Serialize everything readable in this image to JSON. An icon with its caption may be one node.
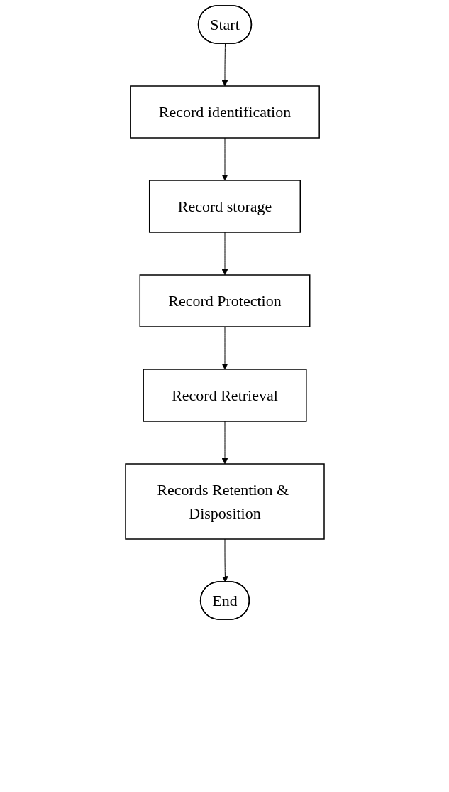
{
  "diagram": {
    "nodes": [
      {
        "text": [
          "Start"
        ]
      },
      {
        "text": [
          "Record identification"
        ]
      },
      {
        "text": [
          "Record storage"
        ]
      },
      {
        "text": [
          "Record Protection"
        ]
      },
      {
        "text": [
          "Record Retrieval"
        ]
      },
      {
        "text": [
          "Records Retention & Disposition"
        ]
      },
      {
        "text": [
          "End"
        ]
      }
    ],
    "edges": [
      {
        "from": 0,
        "to": 1,
        "arrow": "to"
      },
      {
        "from": 1,
        "to": 2,
        "arrow": "to"
      },
      {
        "from": 2,
        "to": 3,
        "arrow": "to"
      },
      {
        "from": 3,
        "to": 4,
        "arrow": "to"
      },
      {
        "from": 4,
        "to": 5,
        "arrow": "to"
      },
      {
        "from": 5,
        "to": 6,
        "arrow": "to"
      }
    ]
  }
}
